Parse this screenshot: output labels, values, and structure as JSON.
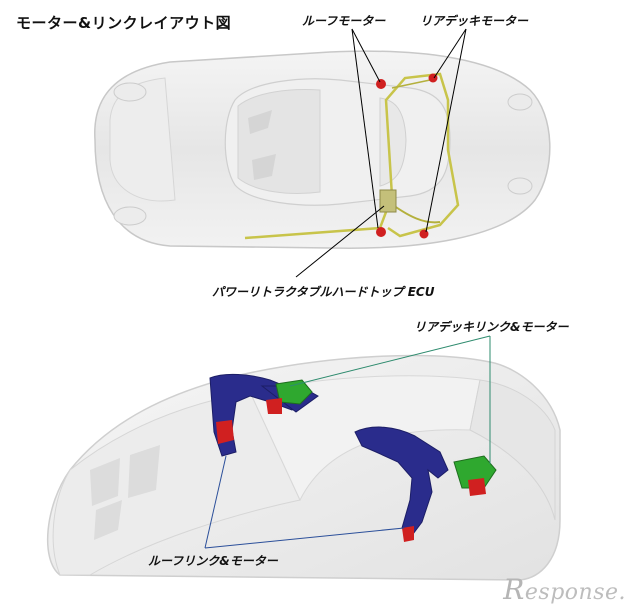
{
  "title": "モーター&リンクレイアウト図",
  "labels": {
    "roof_motor": "ルーフモーター",
    "rear_deck_motor": "リアデッキモーター",
    "ecu": "パワーリトラクタブルハードトップ ECU",
    "rear_deck_link_motor": "リアデッキリンク&モーター",
    "roof_link_motor": "ルーフリンク&モーター"
  },
  "watermark": {
    "initial": "R",
    "rest": "esponse."
  },
  "colors": {
    "callout_black": "#000000",
    "callout_green": "#2e8b6e",
    "callout_blue": "#2b4f9a",
    "motor_red": "#d02020",
    "link_blue": "#2a2c8c",
    "link_green": "#2fa82f",
    "harness_yellow": "#c8c44a"
  }
}
